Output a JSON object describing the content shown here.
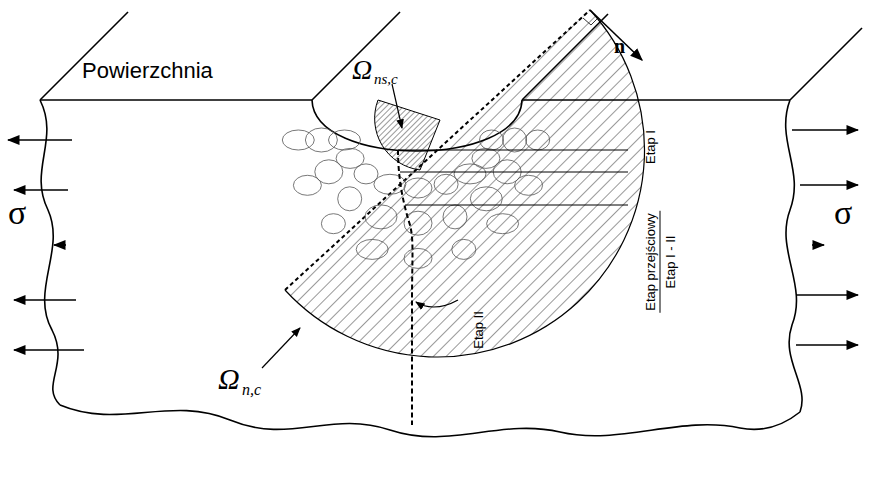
{
  "diagram": {
    "labels": [
      "Powierzchnia",
      "Ω",
      "ns,c",
      "n",
      "σ",
      "σ",
      "Ω",
      "n,c",
      "Etap I",
      "Etap przejściowy",
      "Etap I - II",
      "Etap II"
    ]
  }
}
